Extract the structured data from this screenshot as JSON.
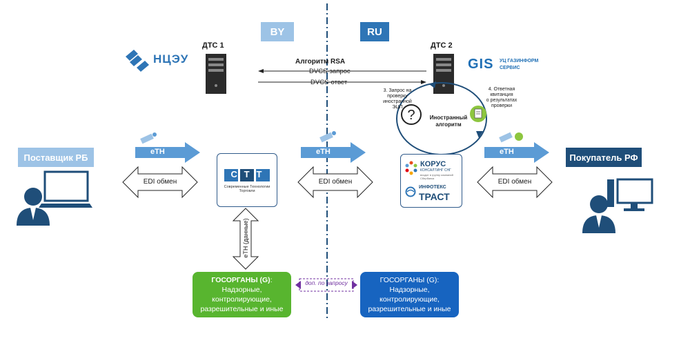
{
  "regions": {
    "by": "BY",
    "ru": "RU"
  },
  "supplier": {
    "label": "Поставщик РБ"
  },
  "buyer": {
    "label": "Покупатель РФ"
  },
  "dtc1": {
    "label": "ДТС 1"
  },
  "dtc2": {
    "label": "ДТС 2"
  },
  "logos": {
    "nceu": "НЦЭУ",
    "gis_main": "GIS",
    "gis_line1": "УЦ ГАЗИНФОРМ",
    "gis_line2": "СЕРВИС",
    "ctt_main": "СТТ",
    "ctt_sub": "Современные Технологии Торговли",
    "korus_main": "КОРУС",
    "korus_sub": "КОНСАЛТИНГ СНГ",
    "korus_sub2": "входит в группу компаний Сбербанка",
    "infotecs_top": "ИНФОТЕКС",
    "infotecs_main": "ТРАСТ"
  },
  "rsa": {
    "title": "Алгоритм RSA",
    "request": "DVCS-запрос",
    "response": "DVCS-ответ"
  },
  "cycle": {
    "step3_line1": "3. Запрос на",
    "step3_line2": "проверку",
    "step3_line3": "иностранной",
    "step3_line4": "ЭЦП",
    "foreign_line1": "Иностранный",
    "foreign_line2": "алгоритм",
    "step4_line1": "4. Ответная",
    "step4_line2": "квитанция",
    "step4_line3": "о результатах",
    "step4_line4": "проверки",
    "question": "?"
  },
  "flows": {
    "eth": "eTH",
    "edi": "EDI обмен",
    "eth_data": "eTH (данные)",
    "additional": "доп. по запросу"
  },
  "gov_by": {
    "line1_bold": "ГОСОРГАНЫ (G)",
    "line1_rest": ": Надзорные,",
    "line2": "контролирующие,",
    "line3": "разрешительные и иные"
  },
  "gov_ru": {
    "line1": "ГОСОРГАНЫ (G): Надзорные,",
    "line2": "контролирующие,",
    "line3": "разрешительные и иные"
  },
  "colors": {
    "light_blue": "#9dc3e6",
    "dark_blue": "#1f4e79",
    "green": "#58b52f",
    "blue_box": "#1764c0",
    "arrow_blue": "#5b9bd5",
    "navy": "#1f4e79",
    "purple": "#7030a0"
  }
}
